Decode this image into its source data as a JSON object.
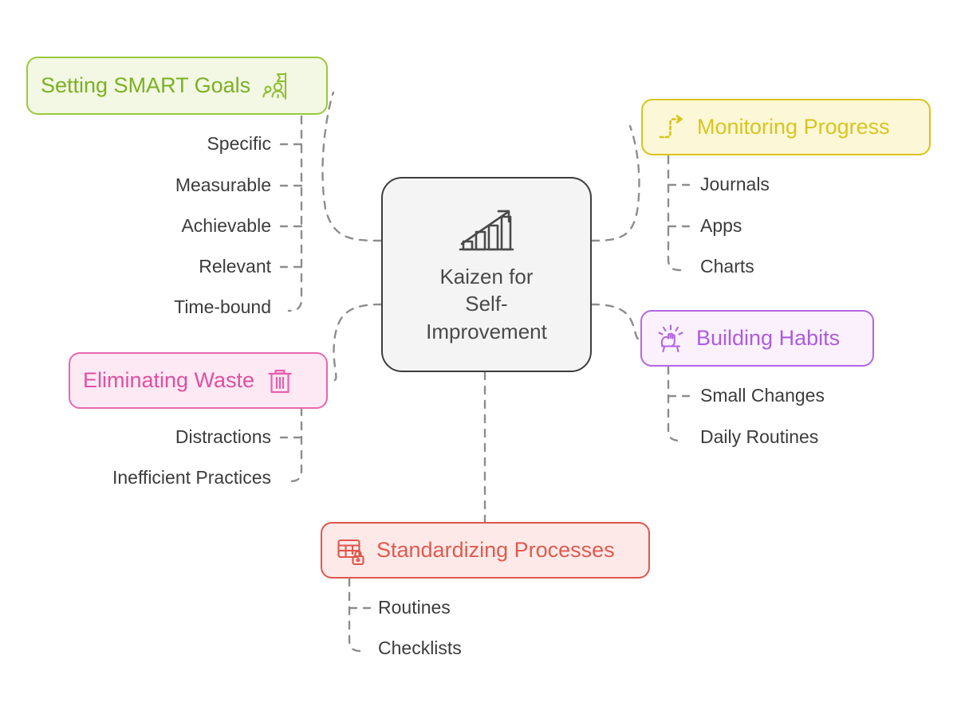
{
  "diagram": {
    "type": "mind-map",
    "title": "Kaizen for Self-Improvement mind map",
    "center": {
      "label": "Kaizen for\nSelf-\nImprovement",
      "icon": "bar-chart-growth-icon",
      "fill": "#f4f4f4",
      "border": "#3d3d3d",
      "text_color": "#4a4a4a"
    },
    "edge_color": "#8d8d8d",
    "branches": [
      {
        "id": "setting-smart-goals",
        "label": "Setting SMART Goals",
        "icon": "goal-flag-people-icon",
        "fill": "#f2f8e3",
        "border": "#9ac93c",
        "text_color": "#7cb024",
        "icon_side": "right",
        "children": [
          "Specific",
          "Measurable",
          "Achievable",
          "Relevant",
          "Time-bound"
        ]
      },
      {
        "id": "eliminating-waste",
        "label": "Eliminating Waste",
        "icon": "trash-bin-icon",
        "fill": "#fce9f4",
        "border": "#e668b0",
        "text_color": "#e0509f",
        "icon_side": "right",
        "children": [
          "Distractions",
          "Inefficient Practices"
        ]
      },
      {
        "id": "monitoring-progress",
        "label": "Monitoring Progress",
        "icon": "dashed-path-arrow-icon",
        "fill": "#fcf7d6",
        "border": "#d9c316",
        "text_color": "#d8c520",
        "icon_side": "left",
        "children": [
          "Journals",
          "Apps",
          "Charts"
        ]
      },
      {
        "id": "building-habits",
        "label": "Building Habits",
        "icon": "fist-habit-icon",
        "fill": "#faf1fd",
        "border": "#b267e0",
        "text_color": "#ad5ce0",
        "icon_side": "left",
        "children": [
          "Small Changes",
          "Daily Routines"
        ]
      },
      {
        "id": "standardizing-processes",
        "label": "Standardizing Processes",
        "icon": "table-lock-icon",
        "fill": "#fdeae8",
        "border": "#e0564c",
        "text_color": "#e05a50",
        "icon_side": "left",
        "children": [
          "Routines",
          "Checklists"
        ]
      }
    ]
  }
}
